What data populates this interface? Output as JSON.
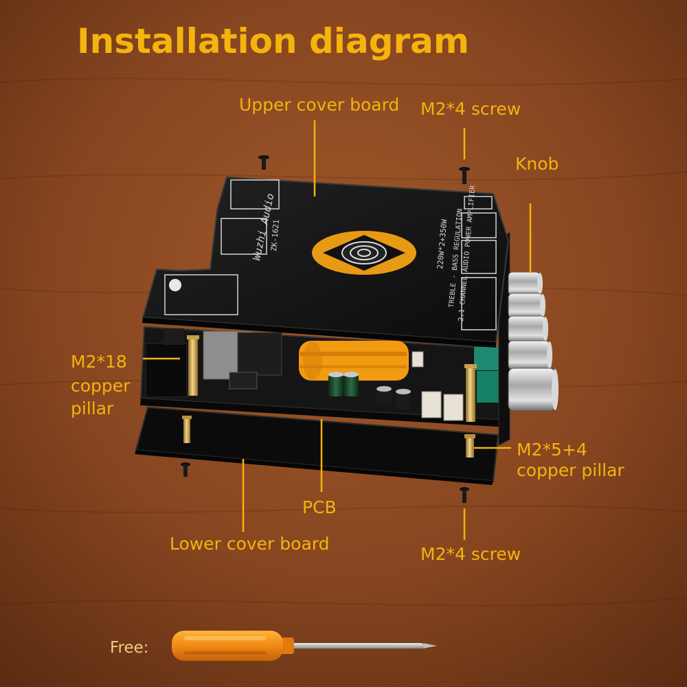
{
  "title": "Installation diagram",
  "labels": {
    "upper_cover_board": "Upper cover board",
    "screw_top": "M2*4 screw",
    "knob": "Knob",
    "pillar_left_1": "M2*18",
    "pillar_left_2": "copper",
    "pillar_left_3": "pillar",
    "pillar_right_1": "M2*5+4",
    "pillar_right_2": "copper pillar",
    "pcb": "PCB",
    "lower_cover_board": "Lower cover board",
    "screw_bottom": "M2*4 screw"
  },
  "board_print": {
    "brand": "Wuzhi Audio",
    "model": "ZK-1621",
    "spec": "220W*2+350W",
    "line1": "TREBLE - BASS REGULATION",
    "line2": "2.1 CHANNEL AUDIO POWER AMPLIFIER"
  },
  "free_label": "Free:",
  "colors": {
    "accent": "#f5b30e",
    "background": "#8a4a22",
    "board": "#121212",
    "screwdriver_handle": "#f08a14"
  }
}
